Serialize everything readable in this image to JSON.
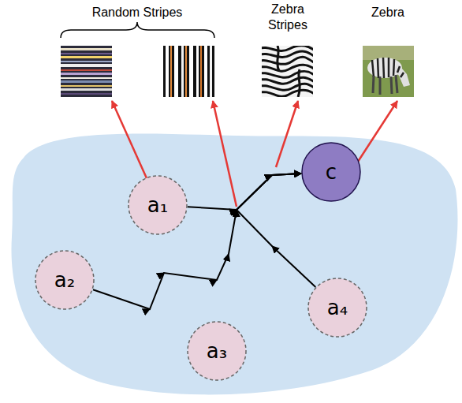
{
  "diagram": {
    "nodes": [
      {
        "text": [
          "a₁"
        ]
      },
      {
        "text": [
          "a₂"
        ]
      },
      {
        "text": [
          "a₃"
        ]
      },
      {
        "text": [
          "a₄"
        ]
      },
      {
        "text": [
          "c"
        ]
      }
    ],
    "edges": [
      {
        "from": 0,
        "to": 4,
        "arrow": "to"
      },
      {
        "from": 1,
        "to": 4,
        "arrow": "to"
      },
      {
        "from": 3,
        "to": 4,
        "arrow": "to"
      }
    ],
    "labels": [
      "Random Stripes",
      "Zebra Stripes",
      "Zebra"
    ]
  }
}
